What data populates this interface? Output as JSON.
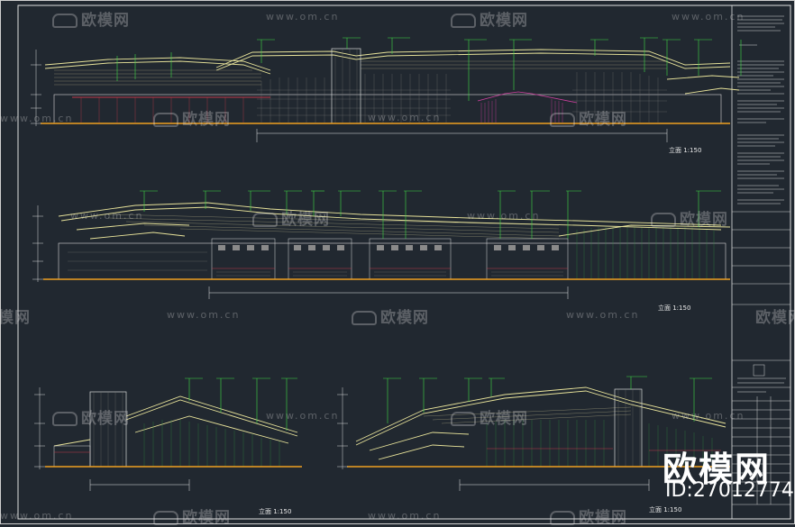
{
  "drawing": {
    "views": [
      {
        "id": "elevation-1",
        "caption": "立面 1:150"
      },
      {
        "id": "elevation-2",
        "caption": "立面 1:150"
      },
      {
        "id": "elevation-3",
        "caption": "立面 1:150"
      },
      {
        "id": "elevation-4",
        "caption": "立面 1:150"
      }
    ]
  },
  "watermark": {
    "brand_text": "欧模网",
    "url_text": "www.om.cn",
    "large_brand": "欧模网",
    "id_label": "ID:27012774"
  },
  "colors": {
    "background": "#212830",
    "roof_line": "#e8e39a",
    "wall_line": "#d8d8d8",
    "leader": "#3fdc45",
    "dimension": "#e6e6e6",
    "ground": "#f0a020",
    "hatch_red": "#c0394a",
    "accent_magenta": "#d040a0"
  }
}
